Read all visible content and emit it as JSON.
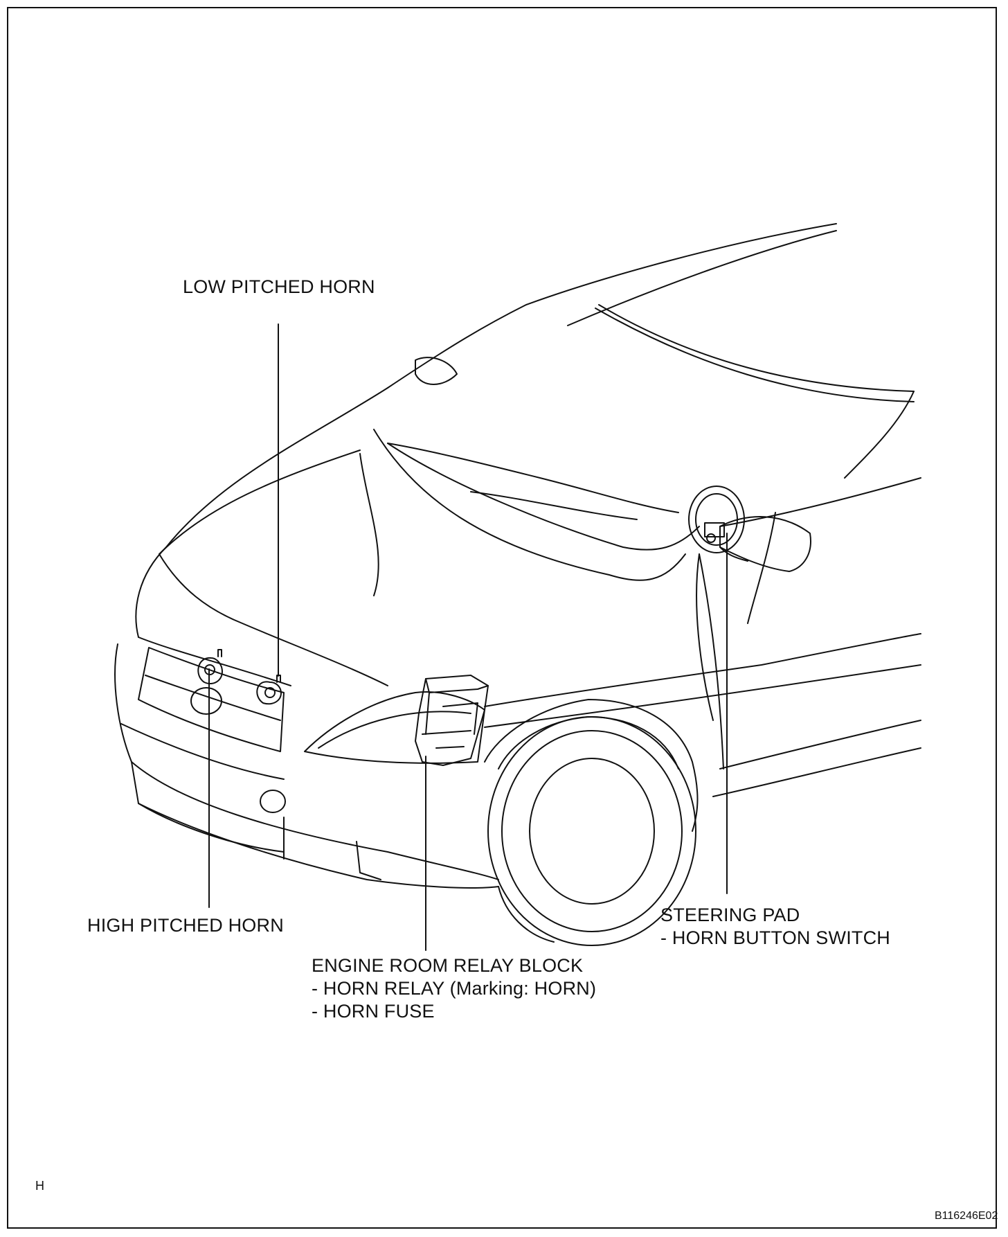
{
  "labels": {
    "low_pitched_horn": "LOW PITCHED HORN",
    "high_pitched_horn": "HIGH PITCHED HORN",
    "engine_room_relay_block": {
      "title": "ENGINE ROOM RELAY BLOCK",
      "line1": "- HORN RELAY (Marking: HORN)",
      "line2": "- HORN FUSE"
    },
    "steering_pad": {
      "title": "STEERING PAD",
      "line1": "- HORN BUTTON SWITCH"
    }
  },
  "corner_letter": "H",
  "figure_code": "B116246E02"
}
